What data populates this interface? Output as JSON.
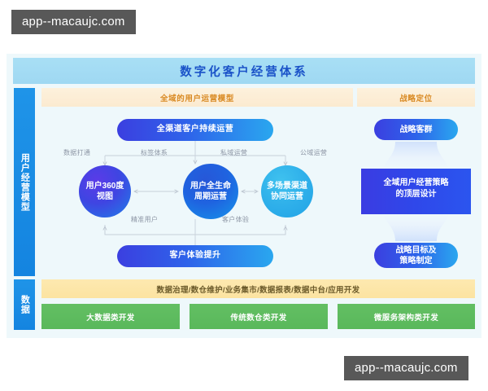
{
  "watermark": {
    "top_text": "app--macaujc.com",
    "bottom_text": "app--macaujc.com"
  },
  "header": {
    "title": "数字化客户经营体系"
  },
  "rails": [
    {
      "label": "用户经营模型"
    },
    {
      "label": "数据"
    }
  ],
  "banners": {
    "left": "全域的用户运营模型",
    "right": "战略定位"
  },
  "model": {
    "top_node": "全渠道客户持续运营",
    "bottom_node": "客户体验提升",
    "circles": [
      {
        "label": "用户360度\n视图",
        "line1": "用户360度",
        "line2": "视图"
      },
      {
        "label": "用户全生命\n周期运营",
        "line1": "用户全生命",
        "line2": "周期运营"
      },
      {
        "label": "多场景渠道\n协同运营",
        "line1": "多场景渠道",
        "line2": "协同运营"
      }
    ],
    "connector_labels": {
      "l1": "数据打通",
      "l2": "标签体系",
      "l3": "私域运营",
      "l4": "公域运营",
      "l5": "精准用户",
      "l6": "客户体验"
    }
  },
  "strategy": {
    "top_node": "战略客群",
    "core_line1": "全域用户经营策略",
    "core_line2": "的顶层设计",
    "bottom_line1": "战略目标及",
    "bottom_line2": "策略制定"
  },
  "data_section": {
    "banner": "数据治理/数仓维护/业务集市/数据报表/数据中台/应用开发",
    "boxes": [
      {
        "label": "大数据类开发"
      },
      {
        "label": "传统数仓类开发"
      },
      {
        "label": "微服务架构类开发"
      }
    ]
  },
  "colors": {
    "canvas_bg": "#eef8fb",
    "header_band": "#a8dff5",
    "header_title": "#1a52c8",
    "rail": "#1484e0",
    "banner_orange_bg": "#fdf1dc",
    "banner_orange_text": "#d98a23",
    "banner_yellow_bg": "#fce3a1",
    "green_box": "#5cba5e",
    "node_blue": "#2e63ea",
    "node_cyan": "#2fb0ea",
    "node_purple": "#3f45e2",
    "connector_label": "#8d96a5",
    "watermark_bg": "#585858"
  }
}
